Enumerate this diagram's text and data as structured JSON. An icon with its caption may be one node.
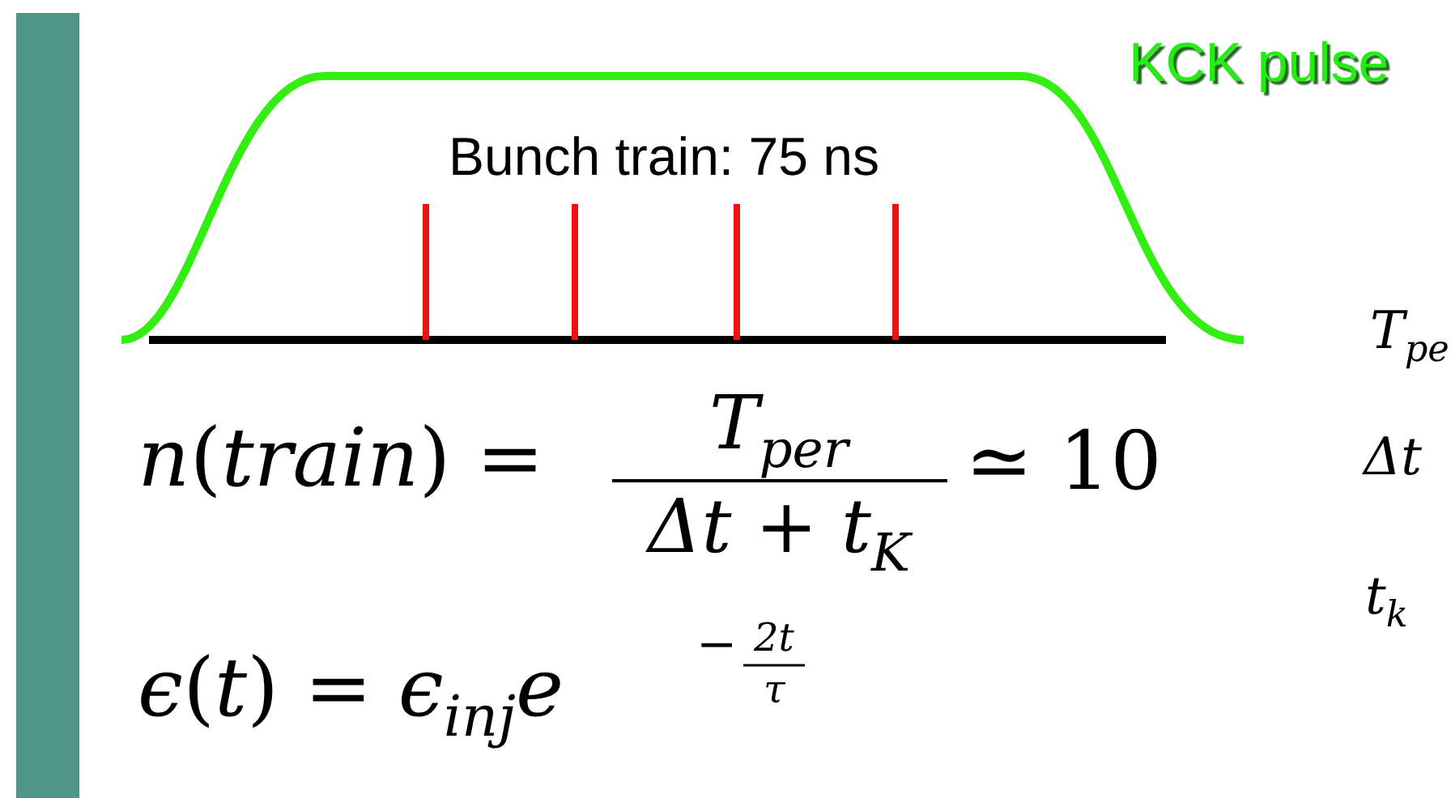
{
  "diagram": {
    "labels": [
      "KCK pulse",
      "Bunch train: 75 ns",
      "*n*(*train*) =",
      "*T*$_{per}$",
      "Δt + t$_{K}$",
      "≃ 10",
      "*ϵ*(*t*) = *ϵ*$_{inj}$*e*",
      "−",
      "2t",
      "*τ*",
      "*T*$_{pe}$",
      "Δt",
      "*t*$_{k}$"
    ]
  }
}
